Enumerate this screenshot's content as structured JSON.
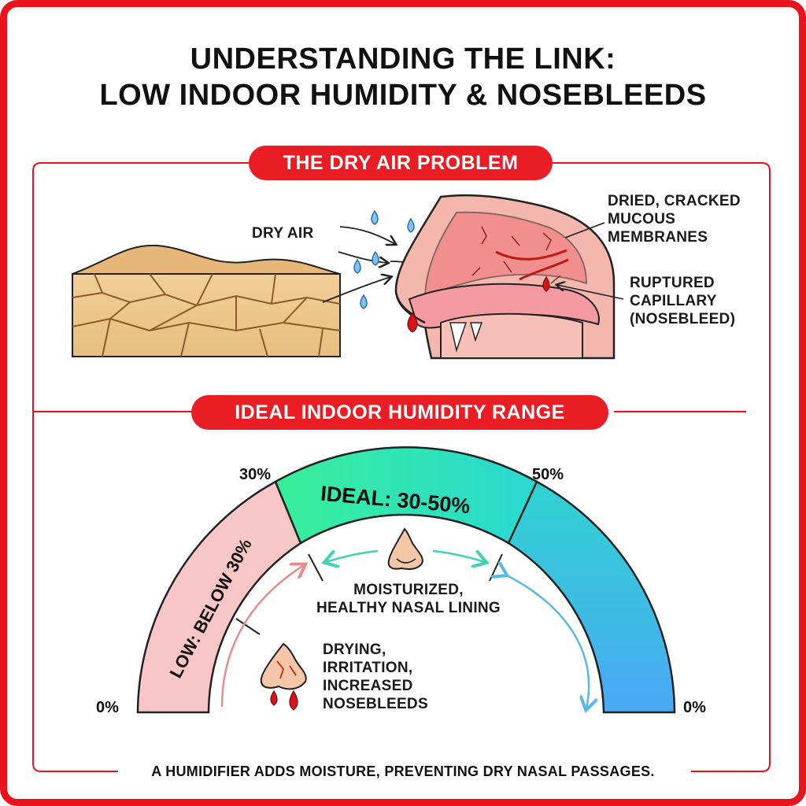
{
  "title": {
    "line1": "UNDERSTANDING THE LINK:",
    "line2": "LOW INDOOR HUMIDITY & NOSEBLEEDS"
  },
  "section1": {
    "heading": "THE DRY AIR PROBLEM",
    "dry_air_label": "DRY AIR",
    "membranes_label": [
      "DRIED, CRACKED",
      "MUCOUS",
      "MEMBRANES"
    ],
    "capillary_label": [
      "RUPTURED",
      "CAPILLARY",
      "(NOSEBLEED)"
    ]
  },
  "section2": {
    "heading": "IDEAL INDOOR HUMIDITY RANGE",
    "gauge": {
      "low_label": "LOW: BELOW 30%",
      "ideal_label": "IDEAL: 30-50%",
      "tick_30": "30%",
      "tick_50": "50%",
      "left_end": "0%",
      "right_end": "0%"
    },
    "healthy_label": [
      "MOISTURIZED,",
      "HEALTHY NASAL LINING"
    ],
    "dry_label": [
      "DRYING,",
      "IRRITATION,",
      "INCREASED",
      "NOSEBLEEDS"
    ]
  },
  "footer": "A HUMIDIFIER ADDS MOISTURE, PREVENTING DRY NASAL PASSAGES.",
  "colors": {
    "accent_red": "#ea1c24",
    "low_zone": "#f8c6c6",
    "ideal_zone": "#3fe3a4",
    "high_zone": "#4fb2f0"
  }
}
